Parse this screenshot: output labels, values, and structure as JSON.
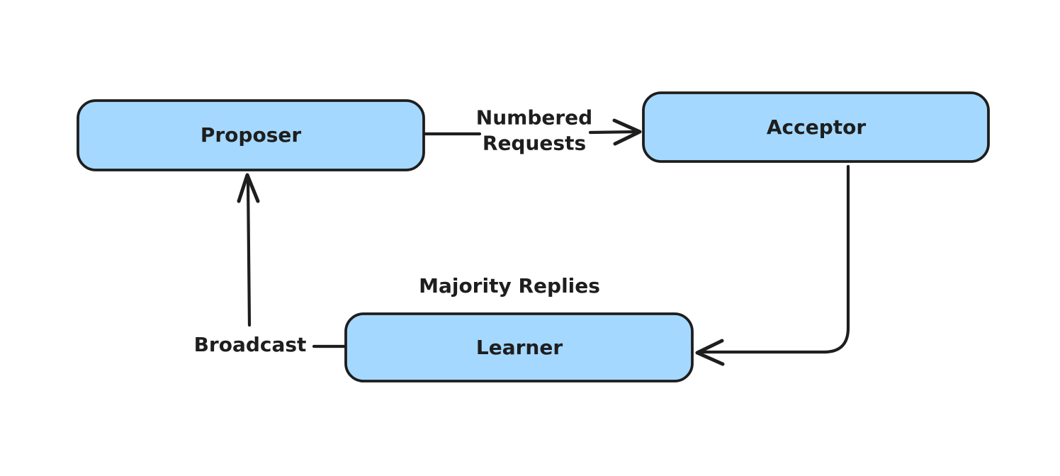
{
  "diagram": {
    "type": "flowchart",
    "style": "hand-drawn",
    "background_color": "#ffffff",
    "node_fill_color": "#a5d8ff",
    "stroke_color": "#1e1e1e",
    "nodes": [
      {
        "id": "proposer",
        "label": "Proposer"
      },
      {
        "id": "acceptor",
        "label": "Acceptor"
      },
      {
        "id": "learner",
        "label": "Learner"
      }
    ],
    "edges": [
      {
        "id": "proposer-to-acceptor",
        "from": "Proposer",
        "to": "Acceptor",
        "label": "Numbered Requests",
        "label_line1": "Numbered",
        "label_line2": "Requests"
      },
      {
        "id": "acceptor-to-learner",
        "from": "Acceptor",
        "to": "Learner",
        "label": "Majority Replies"
      },
      {
        "id": "learner-to-proposer",
        "from": "Learner",
        "to": "Proposer",
        "label": "Broadcast"
      }
    ]
  }
}
